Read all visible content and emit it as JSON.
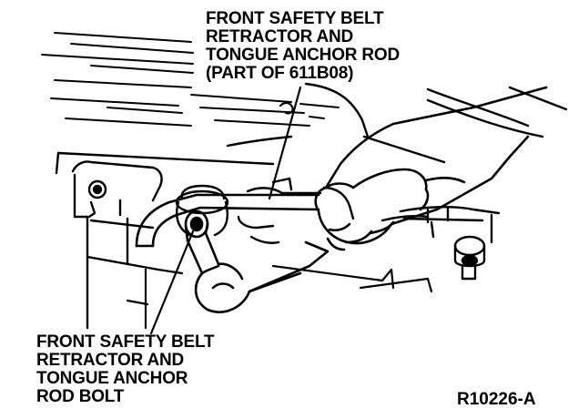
{
  "callouts": {
    "top": {
      "lines": [
        "FRONT SAFETY BELT",
        "RETRACTOR AND",
        "TONGUE ANCHOR ROD",
        "(PART OF 611B08)"
      ]
    },
    "bottom": {
      "lines": [
        "FRONT SAFETY BELT",
        "RETRACTOR AND",
        "TONGUE ANCHOR",
        "ROD BOLT"
      ]
    }
  },
  "figure_id": "R10226-A",
  "colors": {
    "ink": "#000000",
    "paper": "#ffffff"
  }
}
